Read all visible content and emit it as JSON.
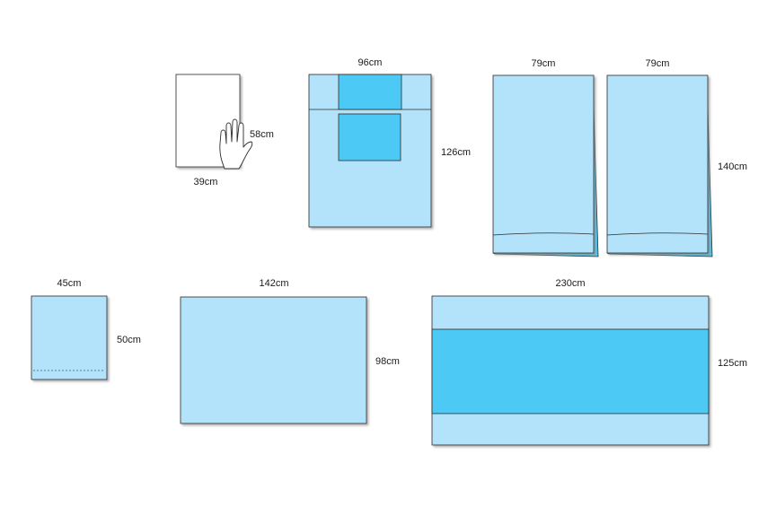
{
  "colors": {
    "drape_light": "#b3e3fa",
    "drape_accent": "#4cc9f5",
    "outline": "#2b2b2b",
    "towel": "#ffffff",
    "shadow": "#9a9a9a"
  },
  "items": [
    {
      "name": "hand-towel",
      "width_label": "39cm",
      "height_label": "58cm",
      "icon": "hand-icon"
    },
    {
      "name": "drape-with-pockets",
      "width_label": "96cm",
      "height_label": "126cm"
    },
    {
      "name": "folded-drape-1",
      "width_label": "79cm"
    },
    {
      "name": "folded-drape-2",
      "width_label": "79cm",
      "height_label": "140cm"
    },
    {
      "name": "small-drape",
      "width_label": "45cm",
      "height_label": "50cm"
    },
    {
      "name": "medium-drape",
      "width_label": "142cm",
      "height_label": "98cm"
    },
    {
      "name": "large-drape-banded",
      "width_label": "230cm",
      "height_label": "125cm"
    }
  ]
}
